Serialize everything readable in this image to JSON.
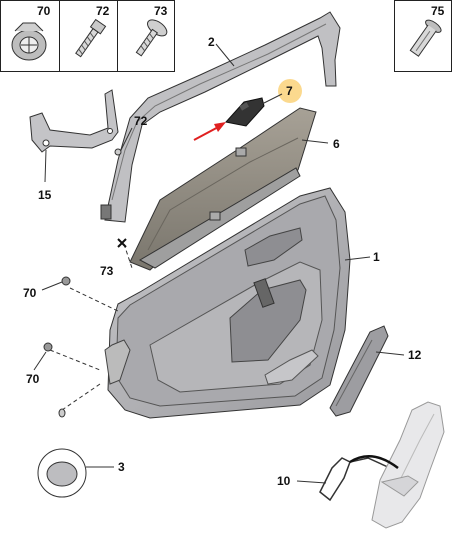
{
  "header_parts": [
    {
      "ref": "70",
      "icon": "clip-fastener"
    },
    {
      "ref": "72",
      "icon": "screw"
    },
    {
      "ref": "73",
      "icon": "pan-head-screw"
    }
  ],
  "corner_part": {
    "ref": "75",
    "icon": "push-rivet"
  },
  "callouts": {
    "c1": "1",
    "c2": "2",
    "c3": "3",
    "c6": "6",
    "c7": "7",
    "c10": "10",
    "c12": "12",
    "c15": "15",
    "c70a": "70",
    "c70b": "70",
    "c72": "72",
    "c73": "73"
  },
  "colors": {
    "panel_fill": "#b9b9bc",
    "panel_dark": "#8e8e92",
    "blind_fill": "#8f8a80",
    "highlight": "#fbd98e",
    "arrow_red": "#e02020"
  }
}
